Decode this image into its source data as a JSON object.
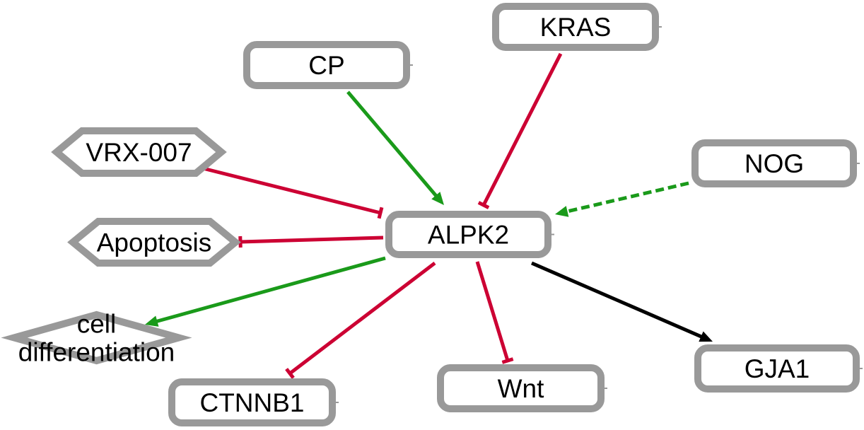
{
  "diagram": {
    "type": "signaling-network",
    "colors": {
      "node_border": "#999999",
      "node_fill": "#ffffff",
      "activation": "#1a9a1a",
      "inhibition": "#cc0033",
      "neutral": "#000000",
      "text": "#000000"
    },
    "nodes": [
      {
        "id": "alpk2",
        "label": "ALPK2",
        "shape": "rounded-rect"
      },
      {
        "id": "cp",
        "label": "CP",
        "shape": "rounded-rect"
      },
      {
        "id": "kras",
        "label": "KRAS",
        "shape": "rounded-rect"
      },
      {
        "id": "nog",
        "label": "NOG",
        "shape": "rounded-rect"
      },
      {
        "id": "vrx007",
        "label": "VRX-007",
        "shape": "hexagon"
      },
      {
        "id": "apoptosis",
        "label": "Apoptosis",
        "shape": "hexagon"
      },
      {
        "id": "celldiff",
        "label": "cell differentiation",
        "label_lines": [
          "cell",
          "differentiation"
        ],
        "shape": "diamond"
      },
      {
        "id": "ctnnb1",
        "label": "CTNNB1",
        "shape": "rounded-rect"
      },
      {
        "id": "wnt",
        "label": "Wnt",
        "shape": "rounded-rect"
      },
      {
        "id": "gja1",
        "label": "GJA1",
        "shape": "rounded-rect"
      }
    ],
    "edges": [
      {
        "from": "cp",
        "to": "alpk2",
        "type": "activation",
        "style": "solid"
      },
      {
        "from": "kras",
        "to": "alpk2",
        "type": "inhibition",
        "style": "solid"
      },
      {
        "from": "nog",
        "to": "alpk2",
        "type": "activation",
        "style": "dashed"
      },
      {
        "from": "vrx007",
        "to": "alpk2",
        "type": "inhibition",
        "style": "solid"
      },
      {
        "from": "alpk2",
        "to": "apoptosis",
        "type": "inhibition",
        "style": "solid"
      },
      {
        "from": "alpk2",
        "to": "celldiff",
        "type": "activation",
        "style": "solid"
      },
      {
        "from": "alpk2",
        "to": "ctnnb1",
        "type": "inhibition",
        "style": "solid"
      },
      {
        "from": "alpk2",
        "to": "wnt",
        "type": "inhibition",
        "style": "solid"
      },
      {
        "from": "alpk2",
        "to": "gja1",
        "type": "neutral",
        "style": "solid"
      }
    ]
  }
}
